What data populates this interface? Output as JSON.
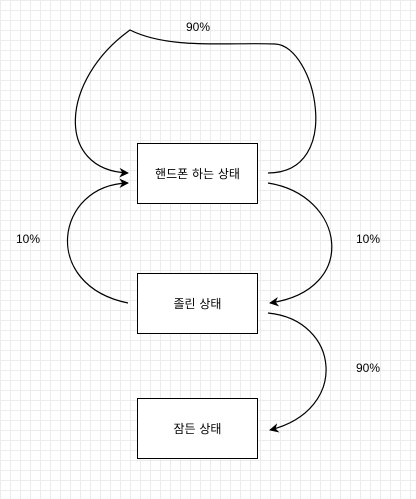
{
  "nodes": {
    "phone": "핸드폰 하는 상태",
    "drowsy": "졸린 상태",
    "sleep": "잠든 상태"
  },
  "edges": {
    "phone_self_loop": "90%",
    "drowsy_to_phone": "10%",
    "phone_to_drowsy": "10%",
    "drowsy_to_sleep": "90%"
  },
  "colors": {
    "stroke": "#000000",
    "background": "#ffffff",
    "grid": "#ececec"
  }
}
